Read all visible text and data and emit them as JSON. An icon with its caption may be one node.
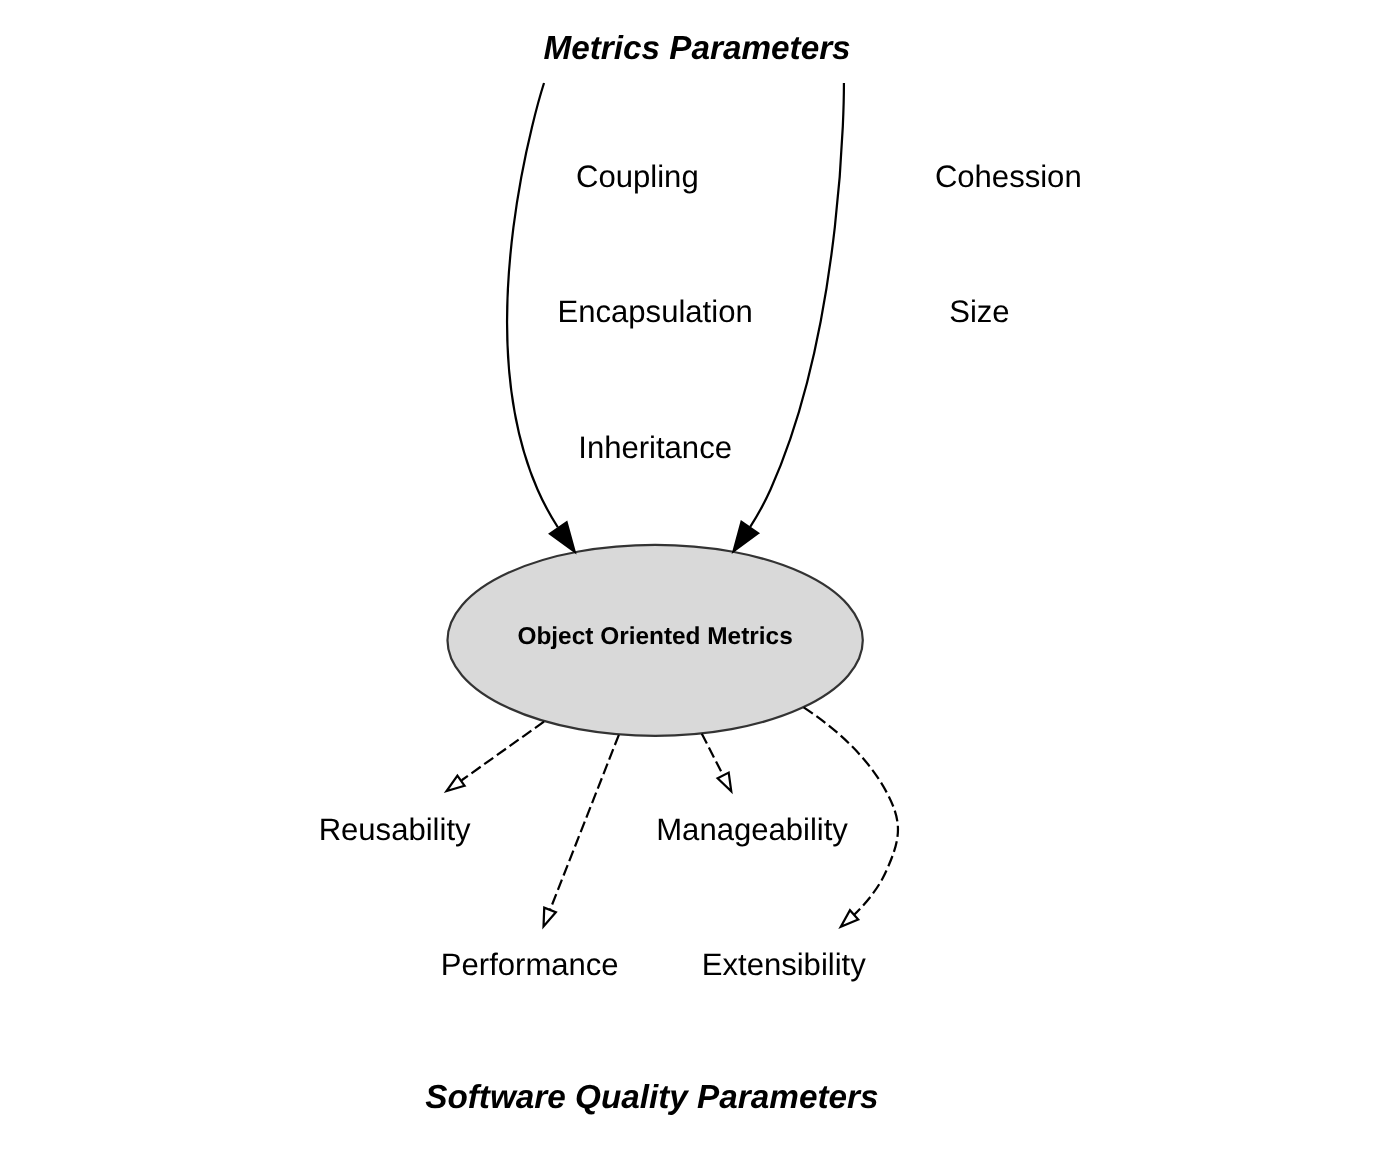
{
  "diagram": {
    "title": "Metrics Parameters",
    "caption": "Software Quality Parameters",
    "nodes": [
      {
        "text": [
          "Object Oriented Metrics"
        ]
      },
      {
        "text": [
          "Reusability"
        ]
      },
      {
        "text": [
          "Manageability"
        ]
      },
      {
        "text": [
          "Performance"
        ]
      },
      {
        "text": [
          "Extensibility"
        ]
      }
    ],
    "edges": [
      {
        "from": null,
        "to": 0,
        "arrow": "to"
      },
      {
        "from": null,
        "to": 0,
        "arrow": "to"
      },
      {
        "from": 0,
        "to": 1,
        "arrow": "to",
        "style": "dashed"
      },
      {
        "from": 0,
        "to": 2,
        "arrow": "to",
        "style": "dashed"
      },
      {
        "from": 0,
        "to": 3,
        "arrow": "to",
        "style": "dashed"
      },
      {
        "from": 0,
        "to": 4,
        "arrow": "to",
        "style": "dashed"
      }
    ],
    "labels": [
      "Coupling",
      "Cohession",
      "Encapsulation",
      "Size",
      "Inheritance"
    ]
  }
}
